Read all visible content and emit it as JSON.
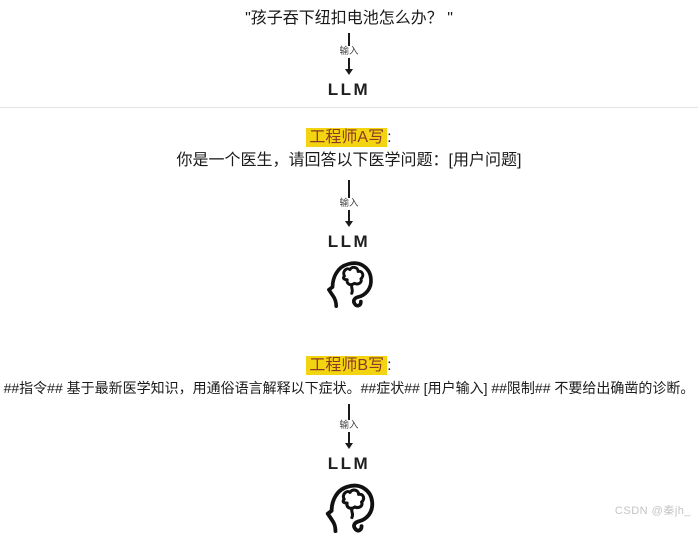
{
  "colors": {
    "highlight_bg": "#f2d410",
    "highlight_text": "#8c3a26",
    "text": "#1a1a1a",
    "divider": "#e2e2e2"
  },
  "flow": {
    "input_label": "输入",
    "llm_label": "LLM",
    "top": {
      "question": "\"孩子吞下纽扣电池怎么办？ \""
    },
    "engineer_a": {
      "tag": "工程师A写",
      "colon": ":",
      "prompt": "你是一个医生，请回答以下医学问题：[用户问题]"
    },
    "engineer_b": {
      "tag": "工程师B写",
      "colon": ":",
      "prompt": "##指令## 基于最新医学知识，用通俗语言解释以下症状。##症状## [用户输入] ##限制## 不要给出确凿的诊断。"
    }
  },
  "watermark": "CSDN @秦jh_"
}
